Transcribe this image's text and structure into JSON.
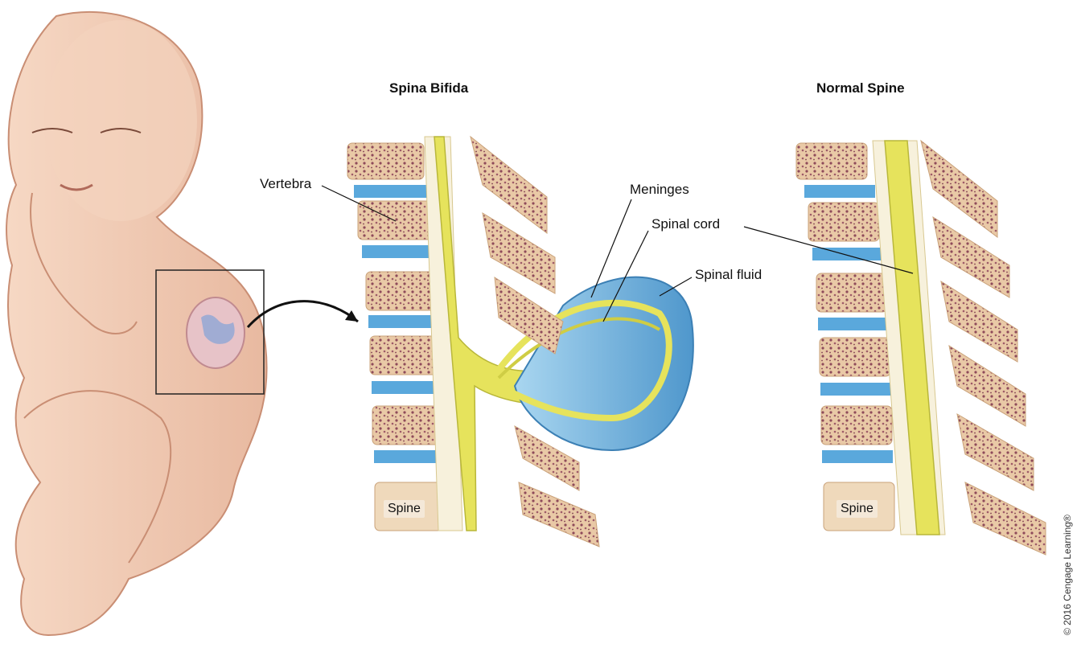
{
  "headings": {
    "spina_bifida": "Spina Bifida",
    "normal_spine": "Normal Spine"
  },
  "labels": {
    "vertebra": "Vertebra",
    "meninges": "Meninges",
    "spinal_cord": "Spinal cord",
    "spinal_fluid": "Spinal fluid",
    "spine_left": "Spine",
    "spine_right": "Spine"
  },
  "copyright": "© 2016 Cengage Learning®",
  "colors": {
    "skin": "#f1cdb5",
    "bone": "#efd9bb",
    "bone_marrow": "#8e4a5a",
    "disc": "#5aa8dc",
    "cord": "#e6e35c",
    "membrane": "#7fc2e8",
    "sac": "#5fa9d9"
  }
}
